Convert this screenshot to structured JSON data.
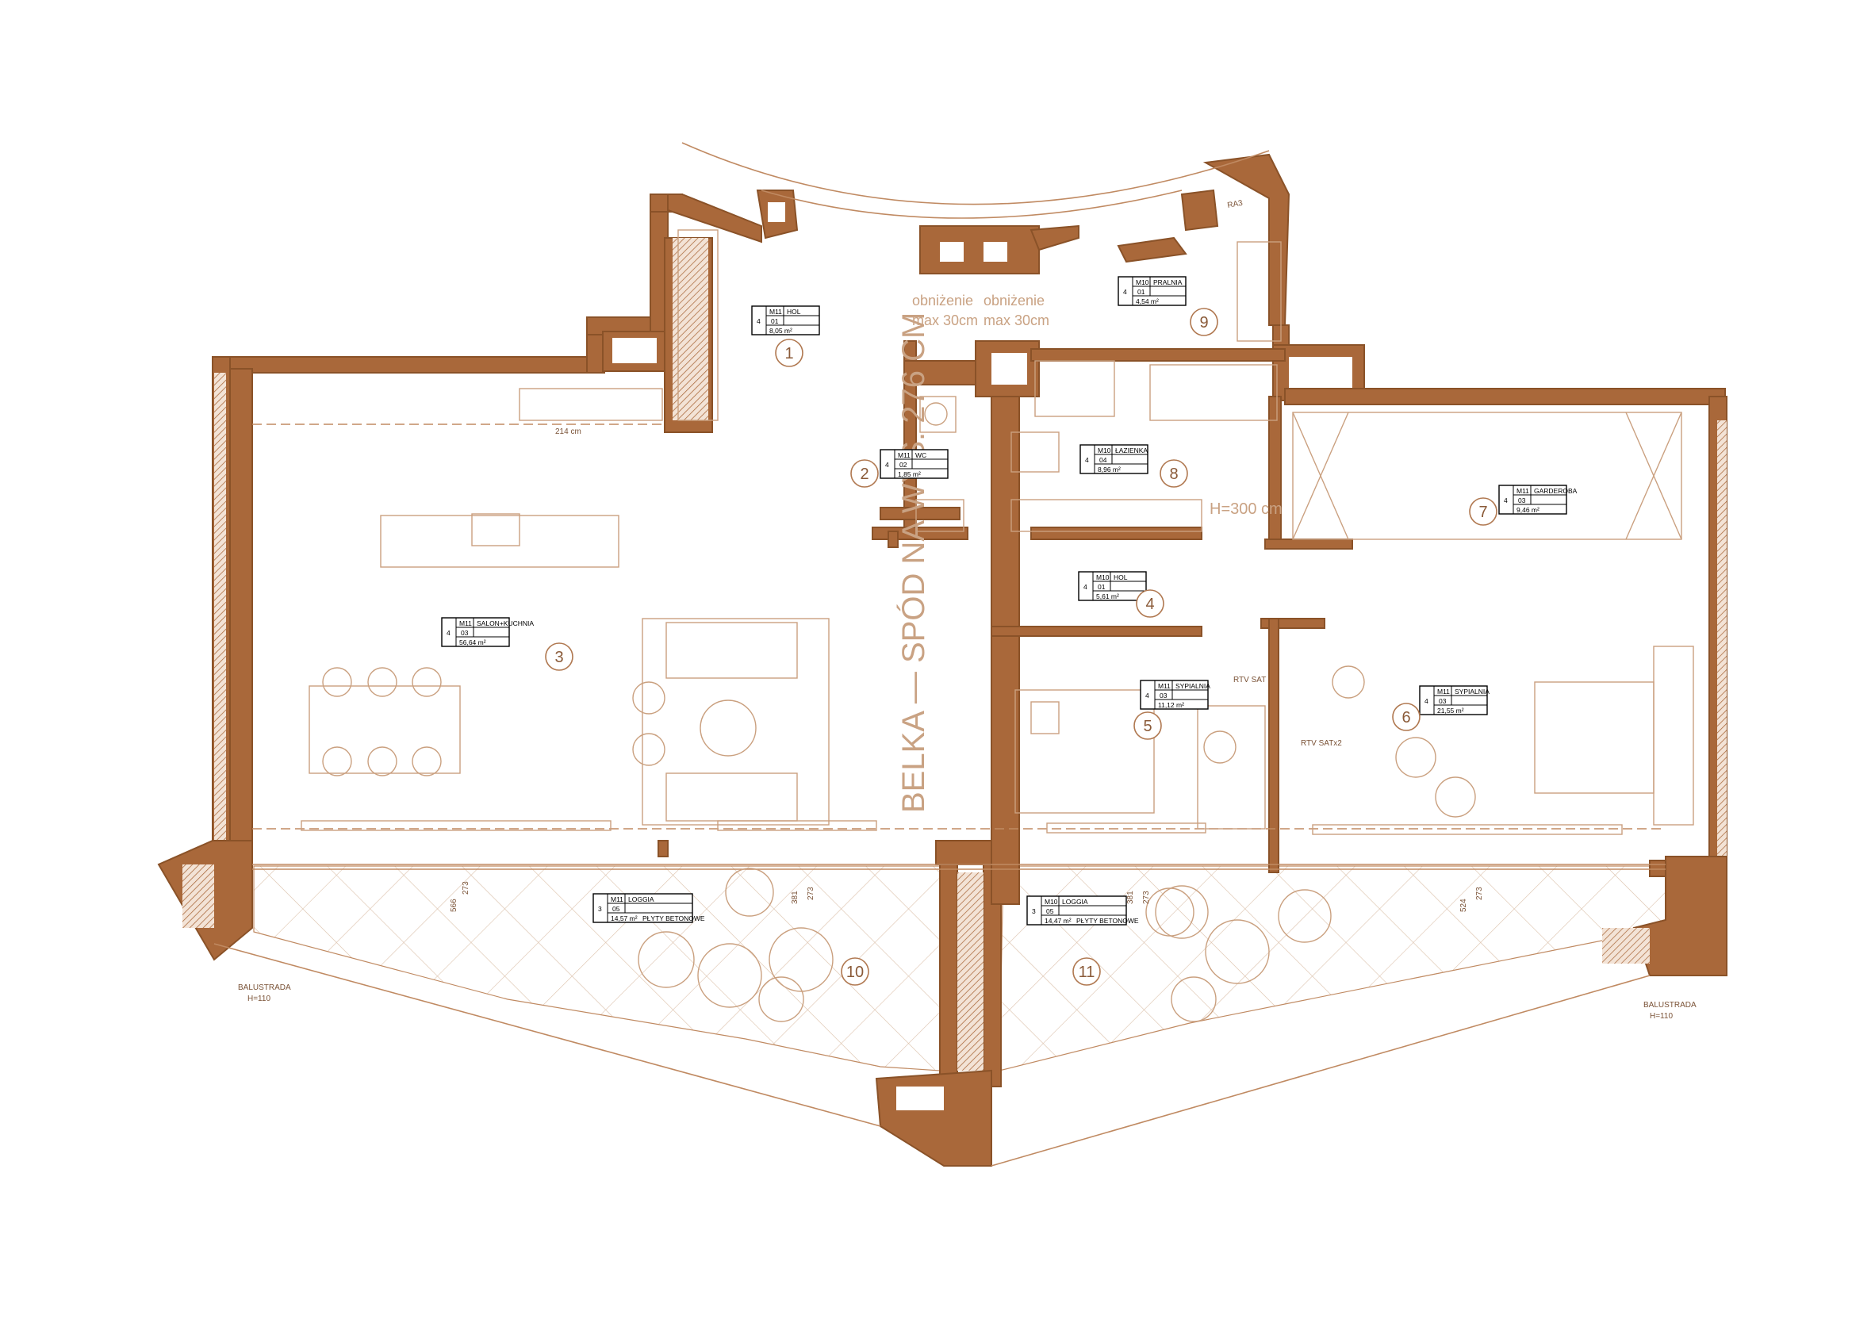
{
  "rooms": [
    {
      "num": "1",
      "level": "4",
      "code": "M11",
      "sub": "01",
      "name": "HOL",
      "area": "8,05 m²"
    },
    {
      "num": "2",
      "level": "4",
      "code": "M11",
      "sub": "02",
      "name": "WC",
      "area": "1,85 m²"
    },
    {
      "num": "3",
      "level": "4",
      "code": "M11",
      "sub": "03",
      "name": "SALON+KUCHNIA",
      "area": "56,64 m²"
    },
    {
      "num": "4",
      "level": "4",
      "code": "M10",
      "sub": "01",
      "name": "HOL",
      "area": "5,61 m²"
    },
    {
      "num": "5",
      "level": "4",
      "code": "M11",
      "sub": "03",
      "name": "SYPIALNIA",
      "area": "11,12 m²"
    },
    {
      "num": "6",
      "level": "4",
      "code": "M11",
      "sub": "03",
      "name": "SYPIALNIA",
      "area": "21,55 m²"
    },
    {
      "num": "7",
      "level": "4",
      "code": "M11",
      "sub": "03",
      "name": "GARDEROBA",
      "area": "9,46 m²"
    },
    {
      "num": "8",
      "level": "4",
      "code": "M10",
      "sub": "04",
      "name": "ŁAZIENKA",
      "area": "8,96 m²"
    },
    {
      "num": "9",
      "level": "4",
      "code": "M10",
      "sub": "01",
      "name": "PRALNIA",
      "area": "4,54 m²"
    },
    {
      "num": "10",
      "level": "3",
      "code": "M11",
      "sub": "05",
      "name": "LOGGIA",
      "area": "14,57 m²",
      "extra": "PŁYTY BETONOWE"
    },
    {
      "num": "11",
      "level": "3",
      "code": "M10",
      "sub": "05",
      "name": "LOGGIA",
      "area": "14,47 m²",
      "extra": "PŁYTY BETONOWE"
    }
  ],
  "notes": {
    "beam": "BELKA — SPÓD NA WYS. 276 CM",
    "lowering_left_1": "obniżenie",
    "lowering_left_2": "max 30cm",
    "lowering_right_1": "obniżenie",
    "lowering_right_2": "max 30cm",
    "height": "H=300 cm",
    "ra3": "RA3",
    "rtv_sat": "RTV SAT",
    "rtv_sat2": "RTV SATx2",
    "balustrade_left": "BALUSTRADA",
    "balustrade_left_h": "H=110",
    "balustrade_right": "BALUSTRADA",
    "balustrade_right_h": "H=110",
    "dim_566": "566",
    "dim_273a": "273",
    "dim_381a": "381",
    "dim_273b": "273",
    "dim_381b": "381",
    "dim_273c": "273",
    "dim_524": "524",
    "dim_273d": "273",
    "dim_214": "214 cm"
  },
  "colors": {
    "wall": "#a9683a",
    "line": "#c08a62",
    "furniture": "#caa07f"
  }
}
